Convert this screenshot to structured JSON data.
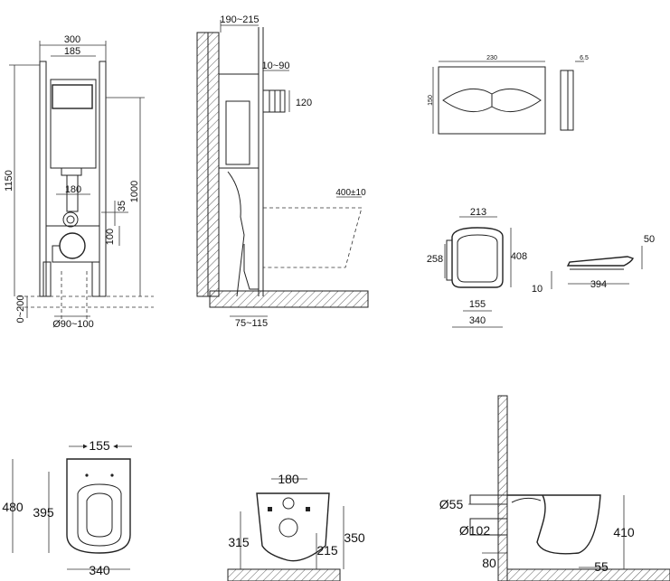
{
  "frame_front": {
    "width_outer": "300",
    "width_inner": "185",
    "height_total": "1150",
    "height_frame": "1000",
    "offset_180": "180",
    "offset_35": "35",
    "offset_100": "100",
    "leg_adjust": "0~200",
    "pipe_diameter": "Ø90~100"
  },
  "frame_side": {
    "depth_range": "190~215",
    "wall_gap": "10~90",
    "pipe_height": "120",
    "bowl_projection": "400±10",
    "floor_gap": "75~115"
  },
  "flush_plate": {
    "width": "230",
    "height": "150",
    "thickness": "6.5"
  },
  "seat": {
    "top_width": "213",
    "length": "408",
    "hinge_width": "258",
    "hinge_spacing": "155",
    "total_width": "340",
    "side_length": "394",
    "side_height": "50",
    "side_gap": "10"
  },
  "bowl_plan": {
    "hole_spacing": "155",
    "length_total": "480",
    "length_inner": "395",
    "width": "340"
  },
  "bowl_back": {
    "hole_spacing": "180",
    "height_left": "315",
    "height_right": "350",
    "height_inner": "215"
  },
  "bowl_side": {
    "flush_dia": "Ø55",
    "waste_dia": "Ø102",
    "height": "410",
    "waste_offset": "80",
    "bottom_offset": "55"
  }
}
